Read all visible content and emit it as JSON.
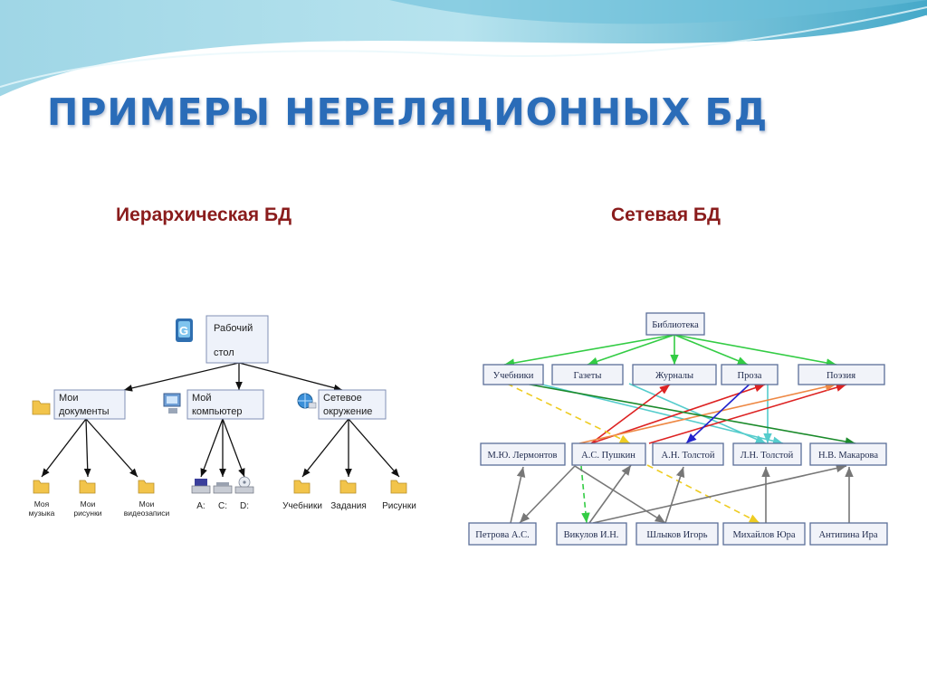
{
  "title": "ПРИМЕРЫ НЕРЕЛЯЦИОННЫХ БД",
  "hierarchical": {
    "heading": "Иерархическая БД",
    "root": {
      "line1": "Рабочий",
      "line2": "стол"
    },
    "level1": [
      {
        "line1": "Мои",
        "line2": "документы"
      },
      {
        "line1": "Мой",
        "line2": "компьютер"
      },
      {
        "line1": "Сетевое",
        "line2": "окружение"
      }
    ],
    "leaves": {
      "docs": [
        {
          "line1": "Моя",
          "line2": "музыка"
        },
        {
          "line1": "Мои",
          "line2": "рисунки"
        },
        {
          "line1": "Мои",
          "line2": "видеозаписи"
        }
      ],
      "drives": [
        "A:",
        "C:",
        "D:"
      ],
      "network": [
        "Учебники",
        "Задания",
        "Рисунки"
      ]
    }
  },
  "network": {
    "heading": "Сетевая БД",
    "top": "Библиотека",
    "categories": [
      "Учебники",
      "Газеты",
      "Журналы",
      "Проза",
      "Поэзия"
    ],
    "authors": [
      "М.Ю. Лермонтов",
      "А.С. Пушкин",
      "А.Н. Толстой",
      "Л.Н. Толстой",
      "Н.В. Макарова"
    ],
    "readers": [
      "Петрова А.С.",
      "Викулов И.Н.",
      "Шлыков Игорь",
      "Михайлов Юра",
      "Антипина Ира"
    ]
  },
  "colors": {
    "title": "#2a6cb8",
    "subtitle": "#8a1c1c",
    "node_border": "#5b6f99",
    "green": "#33cc44",
    "cyan": "#55cccc",
    "red": "#dd2222",
    "orange": "#ee8844",
    "dark_green": "#1a8a2a",
    "blue": "#2222cc",
    "yellow_dashed": "#eecc22",
    "gray": "#777777"
  }
}
